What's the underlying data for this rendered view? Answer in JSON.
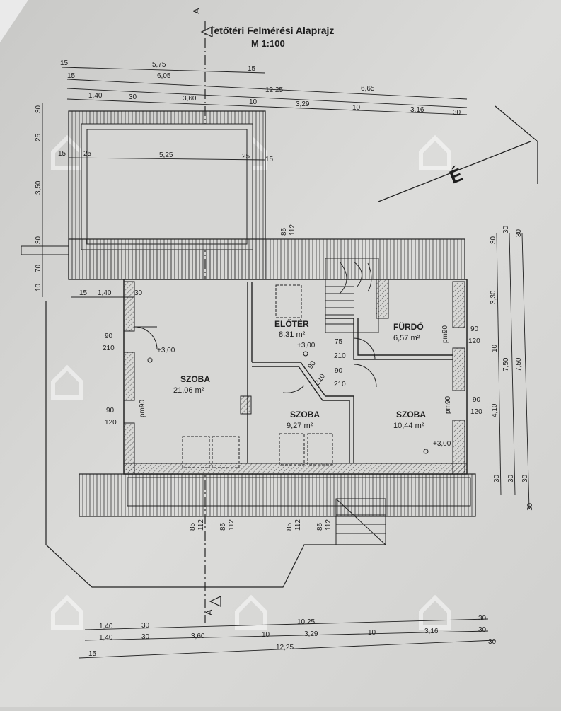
{
  "title": "Tetőtéri Felmérési Alaprajz",
  "scale": "M 1:100",
  "section_marker": "A",
  "north_label": "É",
  "watermark": "openhouse",
  "colors": {
    "paper": "#d9d9d7",
    "ink": "#1e1e1e",
    "wall_fill": "#bdbdbb"
  },
  "rooms": [
    {
      "name": "SZOBA",
      "area": "21,06 m²"
    },
    {
      "name": "ELŐTÉR",
      "area": "8,31 m²"
    },
    {
      "name": "FÜRDŐ",
      "area": "6,57 m²"
    },
    {
      "name": "SZOBA",
      "area": "9,27 m²"
    },
    {
      "name": "SZOBA",
      "area": "10,44 m²"
    }
  ],
  "level": "+3,00",
  "openings": {
    "w90": "90",
    "w120": "120",
    "d210": "210",
    "d75": "75",
    "pm": "pm90",
    "lintel85": "85",
    "lintel112": "112"
  },
  "top_dims": {
    "row1": [
      "15",
      "5,75",
      "15"
    ],
    "row2": [
      "15",
      "6,05",
      "6,65"
    ],
    "row2b": "12,25",
    "row3": [
      "1,40",
      "30",
      "3,60",
      "10",
      "3,29",
      "10",
      "3,16",
      "30"
    ],
    "inner": [
      "15",
      "25",
      "5,25",
      "25",
      "15"
    ]
  },
  "left_dims": [
    "30",
    "25",
    "3,50",
    "30",
    "70",
    "10",
    "15",
    "1,40",
    "30"
  ],
  "right_dims": [
    "30",
    "30",
    "30",
    "3,30",
    "10",
    "7,50",
    "7,50",
    "4,10",
    "30",
    "30",
    "30",
    "30"
  ],
  "bottom_dims": {
    "row1": [
      "1,40",
      "30",
      "10,25",
      "30"
    ],
    "row2": [
      "1,40",
      "30",
      "3,60",
      "10",
      "3,29",
      "10",
      "3,16",
      "30"
    ],
    "row3": [
      "15",
      "12,25",
      "30"
    ]
  }
}
